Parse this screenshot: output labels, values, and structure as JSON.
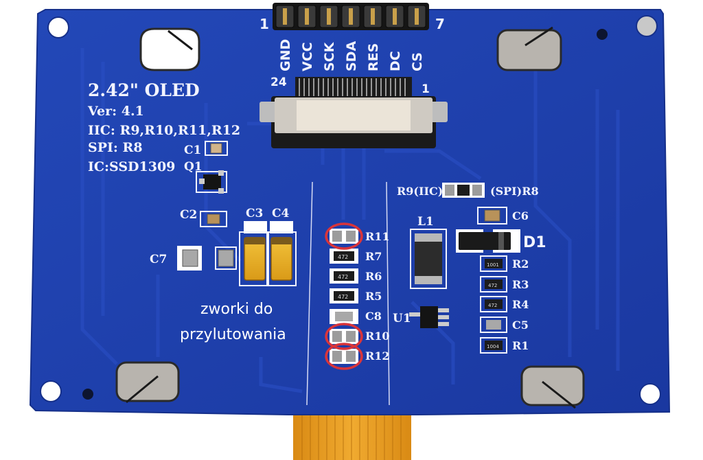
{
  "board": {
    "title": "2.42\" OLED",
    "version": "Ver: 4.1",
    "iic_line": "IIC: R9,R10,R11,R12",
    "spi_line": "SPI: R8",
    "ic_line": "IC:SSD1309"
  },
  "header_pins": {
    "first_number": "1",
    "last_number": "7",
    "labels": [
      "GND",
      "VCC",
      "SCK",
      "SDA",
      "RES",
      "DC",
      "CS"
    ]
  },
  "fpc_connector": {
    "left_number": "24",
    "right_number": "1"
  },
  "components": {
    "c1": "C1",
    "q1": "Q1",
    "c2": "C2",
    "c3": "C3",
    "c4": "C4",
    "c7": "C7",
    "r11": "R11",
    "r7": "R7",
    "r6": "R6",
    "r5": "R5",
    "c8": "C8",
    "r10": "R10",
    "r12": "R12",
    "r9_iic": "R9(IIC)",
    "spi_r8": "(SPI)R8",
    "l1": "L1",
    "c6": "C6",
    "d1": "D1",
    "r2": "R2",
    "r3": "R3",
    "r4": "R4",
    "c5": "C5",
    "r1": "R1",
    "u1": "U1"
  },
  "resistor_codes": {
    "r7": "472",
    "r6": "472",
    "r5": "472",
    "r2": "1001",
    "r3": "472",
    "r4": "472",
    "r1": "1004"
  },
  "caption": {
    "line1": "zworki do",
    "line2": "przylutowania"
  },
  "colors": {
    "pcb": "#1f3fae",
    "trace": "#2446bb",
    "silkscreen": "#f2f4ff",
    "pad": "#c9ccd2",
    "connector": "#d8d2c8",
    "fpc": "#e8a020",
    "highlight_circle": "#d8343a"
  }
}
